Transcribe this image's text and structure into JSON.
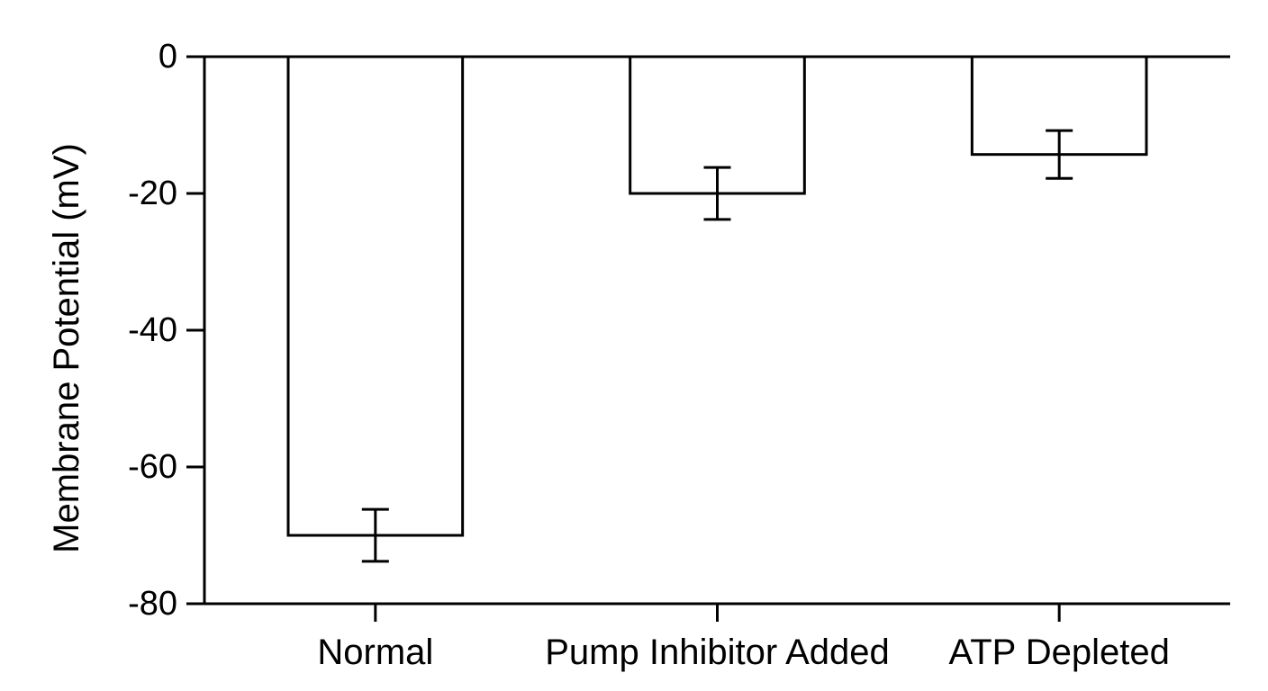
{
  "chart_data": {
    "type": "bar",
    "categories": [
      "Normal",
      "Pump Inhibitor Added",
      "ATP Depleted"
    ],
    "values": [
      -70,
      -20,
      -14.3
    ],
    "errors": [
      3.8,
      3.8,
      3.5
    ],
    "title": "",
    "xlabel": "",
    "ylabel": "Membrane Potential (mV)",
    "ylim": [
      -80,
      0
    ],
    "yticks": [
      0,
      -20,
      -40,
      -60,
      -80
    ],
    "grid": false,
    "legend": "none",
    "colors": {
      "bar_fill": "#ffffff",
      "bar_stroke": "#000000",
      "axis": "#000000"
    }
  }
}
